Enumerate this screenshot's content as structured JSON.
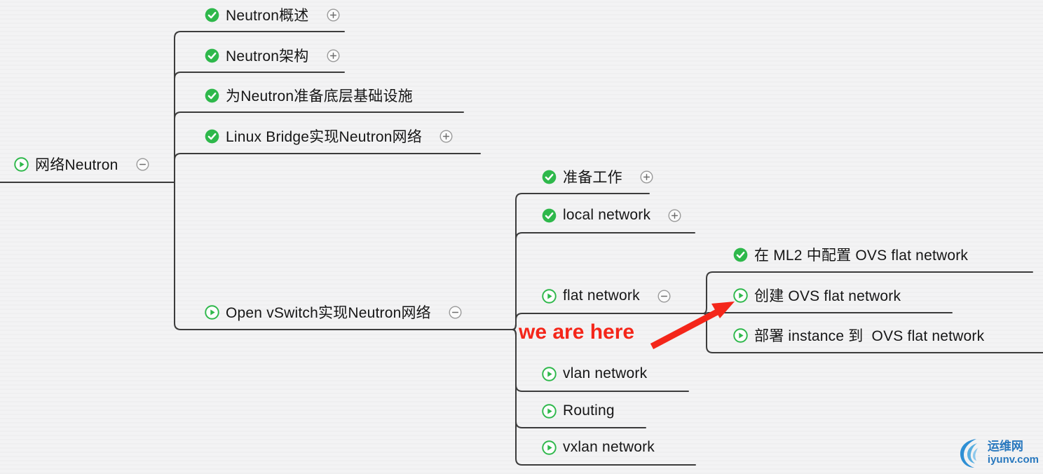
{
  "nodes": {
    "root": {
      "label": "网络Neutron",
      "status": "in-progress"
    },
    "overview": {
      "label": "Neutron概述",
      "status": "done"
    },
    "arch": {
      "label": "Neutron架构",
      "status": "done"
    },
    "infra": {
      "label": "为Neutron准备底层基础设施",
      "status": "done"
    },
    "linux_bridge": {
      "label": "Linux Bridge实现Neutron网络",
      "status": "done"
    },
    "ovs": {
      "label": "Open vSwitch实现Neutron网络",
      "status": "in-progress"
    },
    "prep": {
      "label": "准备工作",
      "status": "done"
    },
    "local_network": {
      "label": "local network",
      "status": "done"
    },
    "flat_network": {
      "label": "flat network",
      "status": "in-progress"
    },
    "vlan_network": {
      "label": "vlan network",
      "status": "in-progress"
    },
    "routing": {
      "label": "Routing",
      "status": "in-progress"
    },
    "vxlan_network": {
      "label": "vxlan network",
      "status": "in-progress"
    },
    "ml2_flat": {
      "label": "在 ML2 中配置 OVS flat network",
      "status": "done"
    },
    "create_flat": {
      "label": "创建 OVS flat network",
      "status": "in-progress"
    },
    "deploy_flat": {
      "label": "部署 instance 到  OVS flat network",
      "status": "in-progress"
    }
  },
  "annotation": {
    "label": "we are here"
  },
  "watermark": {
    "site_name": "运维网",
    "site_url": "iyunv.com"
  },
  "colors": {
    "status_green": "#2eb84b",
    "connector_line": "#3c3c3c",
    "annotation_red": "#f4261a",
    "watermark_blue": "#2878be",
    "background": "#f3f3f4"
  }
}
